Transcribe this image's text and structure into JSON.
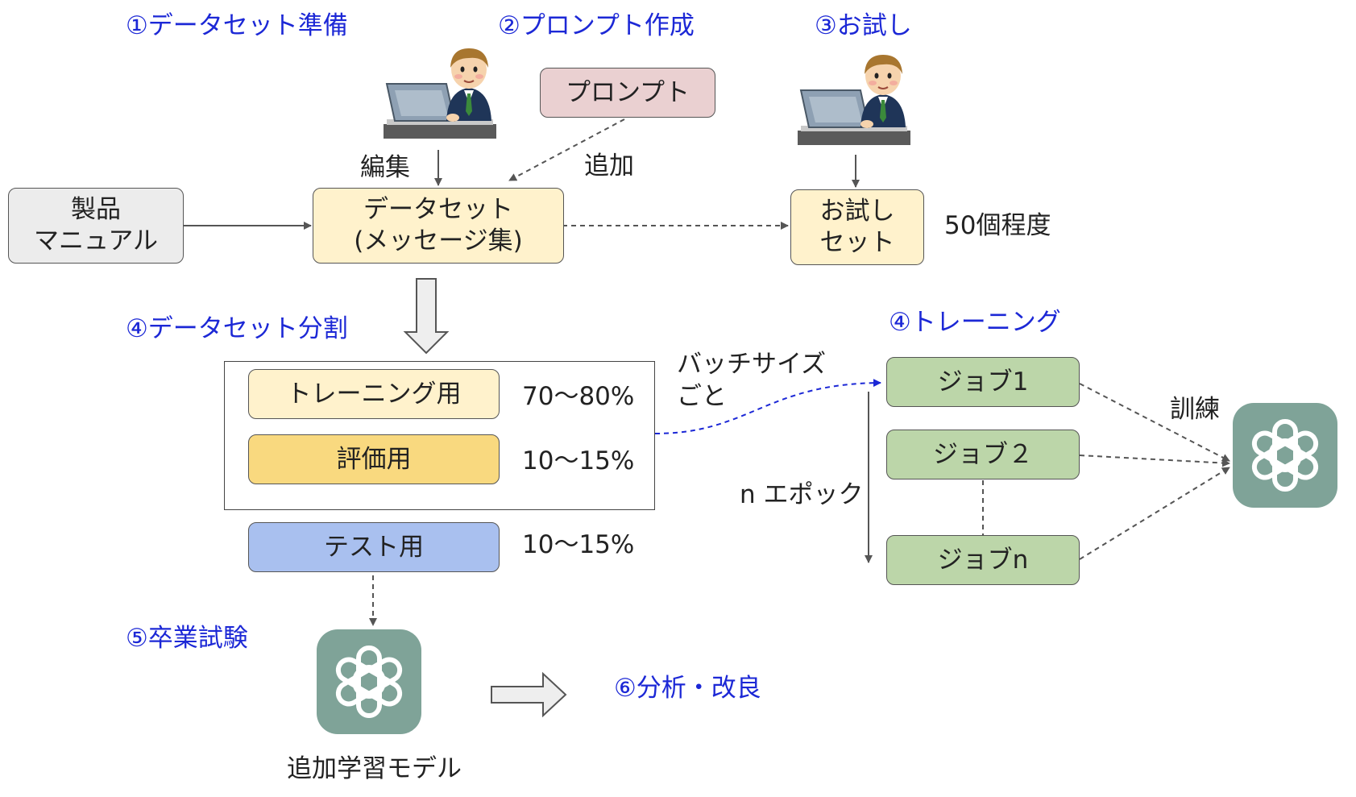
{
  "colors": {
    "step_blue": "#1c28d6",
    "gray_box": "#ececec",
    "pink_box": "#ead0d1",
    "cream_box": "#fff2cc",
    "yellow_box": "#f9d97f",
    "blue_box": "#a9c0ef",
    "green_box": "#bcd6a9",
    "ai_teal": "#7fa398"
  },
  "icons": {
    "person": "person-at-laptop-icon",
    "ai_logo": "openai-knot-logo-icon"
  },
  "steps": {
    "s1": "①データセット準備",
    "s2": "②プロンプト作成",
    "s3": "③お試し",
    "s4a": "④データセット分割",
    "s4b": "④トレーニング",
    "s5": "⑤卒業試験",
    "s6": "⑥分析・改良"
  },
  "boxes": {
    "manual": [
      "製品",
      "マニュアル"
    ],
    "prompt": "プロンプト",
    "dataset": [
      "データセット",
      "(メッセージ集)"
    ],
    "trial": [
      "お試し",
      "セット"
    ],
    "train": "トレーニング用",
    "eval": "評価用",
    "test": "テスト用",
    "job1": "ジョブ1",
    "job2": "ジョブ２",
    "jobn": "ジョブn"
  },
  "labels": {
    "edit": "編集",
    "add": "追加",
    "trial_count": "50個程度",
    "train_pct": "70〜80%",
    "eval_pct": "10〜15%",
    "test_pct": "10〜15%",
    "per_batch": [
      "バッチサイズ",
      "ごと"
    ],
    "epochs": "n エポック",
    "training": "訓練",
    "final_model": "追加学習モデル"
  }
}
